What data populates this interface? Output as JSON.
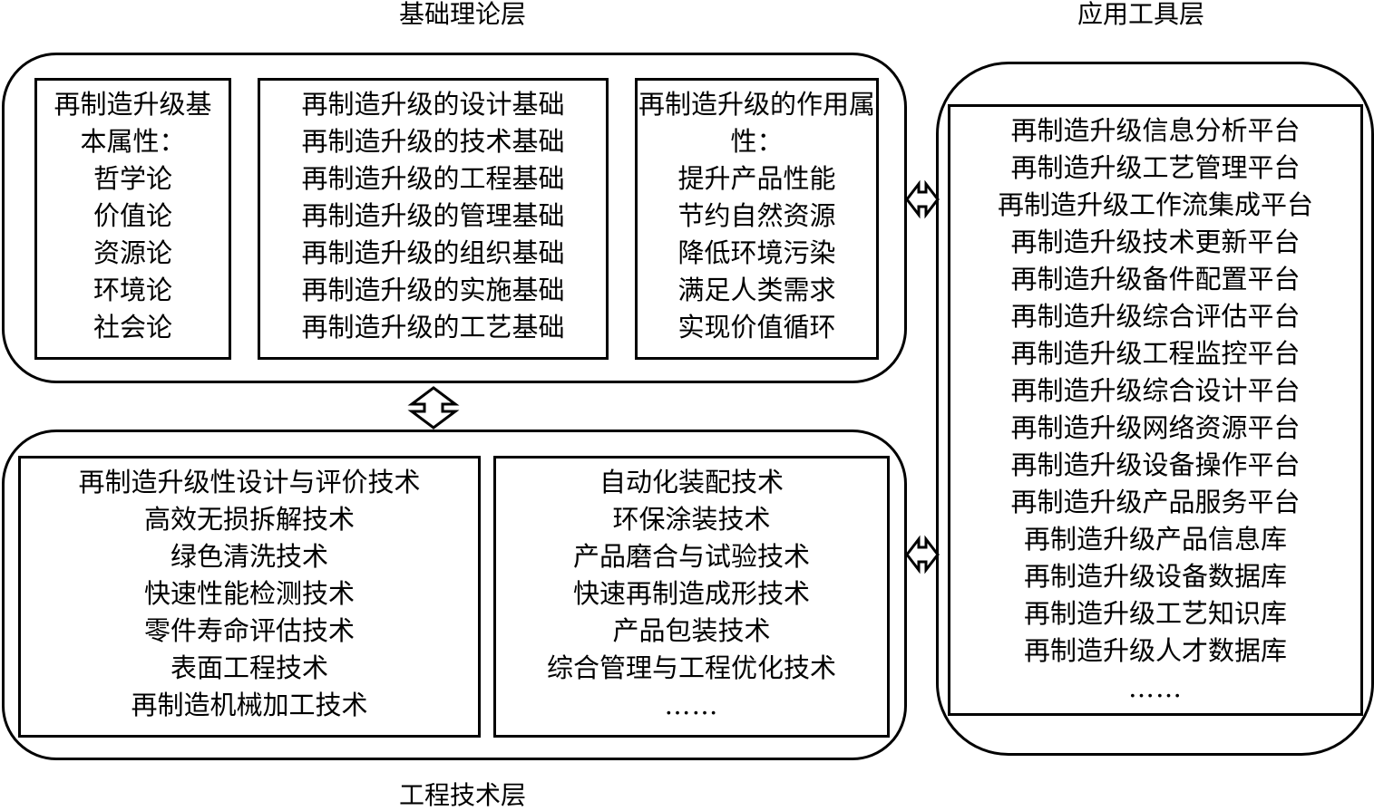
{
  "layers": {
    "theory": {
      "title": "基础理论层",
      "box1": {
        "heading": "再制造升级基本属性：",
        "items": [
          "哲学论",
          "价值论",
          "资源论",
          "环境论",
          "社会论"
        ]
      },
      "box2": {
        "items": [
          "再制造升级的设计基础",
          "再制造升级的技术基础",
          "再制造升级的工程基础",
          "再制造升级的管理基础",
          "再制造升级的组织基础",
          "再制造升级的实施基础",
          "再制造升级的工艺基础"
        ]
      },
      "box3": {
        "heading": "再制造升级的作用属性：",
        "items": [
          "提升产品性能",
          "节约自然资源",
          "降低环境污染",
          "满足人类需求",
          "实现价值循环"
        ]
      }
    },
    "engineering": {
      "title": "工程技术层",
      "box1": {
        "items": [
          "再制造升级性设计与评价技术",
          "高效无损拆解技术",
          "绿色清洗技术",
          "快速性能检测技术",
          "零件寿命评估技术",
          "表面工程技术",
          "再制造机械加工技术"
        ]
      },
      "box2": {
        "items": [
          "自动化装配技术",
          "环保涂装技术",
          "产品磨合与试验技术",
          "快速再制造成形技术",
          "产品包装技术",
          "综合管理与工程优化技术",
          "……"
        ]
      }
    },
    "tools": {
      "title": "应用工具层",
      "items": [
        "再制造升级信息分析平台",
        "再制造升级工艺管理平台",
        "再制造升级工作流集成平台",
        "再制造升级技术更新平台",
        "再制造升级备件配置平台",
        "再制造升级综合评估平台",
        "再制造升级工程监控平台",
        "再制造升级综合设计平台",
        "再制造升级网络资源平台",
        "再制造升级设备操作平台",
        "再制造升级产品服务平台",
        "再制造升级产品信息库",
        "再制造升级设备数据库",
        "再制造升级工艺知识库",
        "再制造升级人才数据库",
        "……"
      ]
    }
  }
}
